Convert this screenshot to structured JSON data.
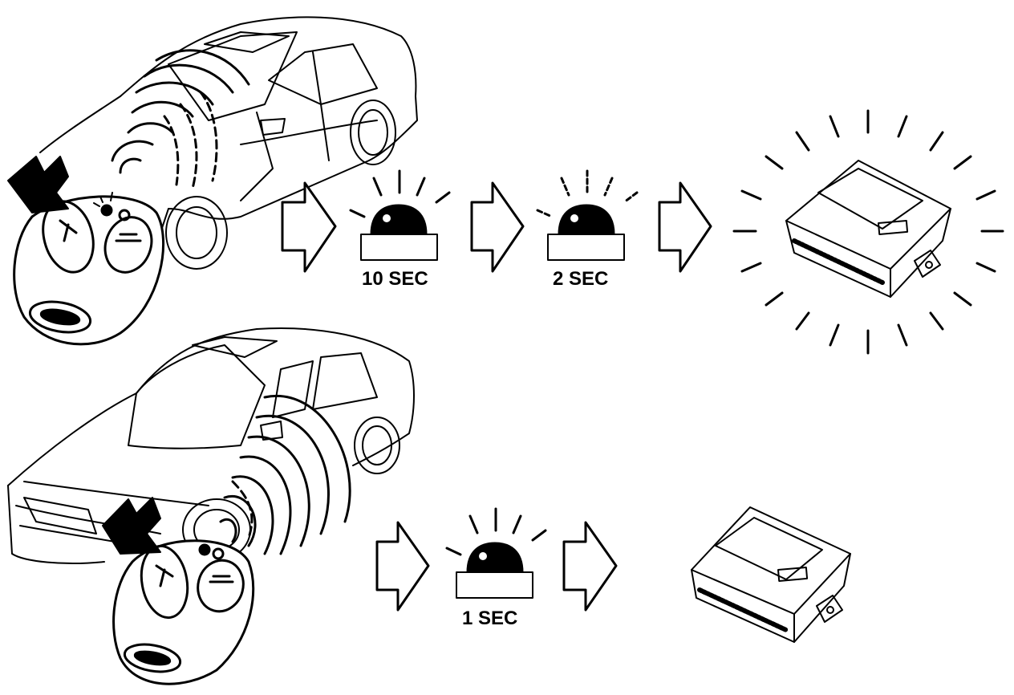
{
  "rows": [
    {
      "id": "top",
      "steps": [
        {
          "type": "indicator-lamp",
          "duration_label": "10 SEC",
          "rays": "solid"
        },
        {
          "type": "indicator-lamp",
          "duration_label": "2 SEC",
          "rays": "dashed"
        },
        {
          "type": "control-module",
          "state": "active"
        }
      ]
    },
    {
      "id": "bottom",
      "steps": [
        {
          "type": "indicator-lamp",
          "duration_label": "1 SEC",
          "rays": "solid"
        },
        {
          "type": "control-module",
          "state": "idle"
        }
      ]
    }
  ],
  "colors": {
    "ink": "#000000",
    "paper": "#ffffff"
  }
}
